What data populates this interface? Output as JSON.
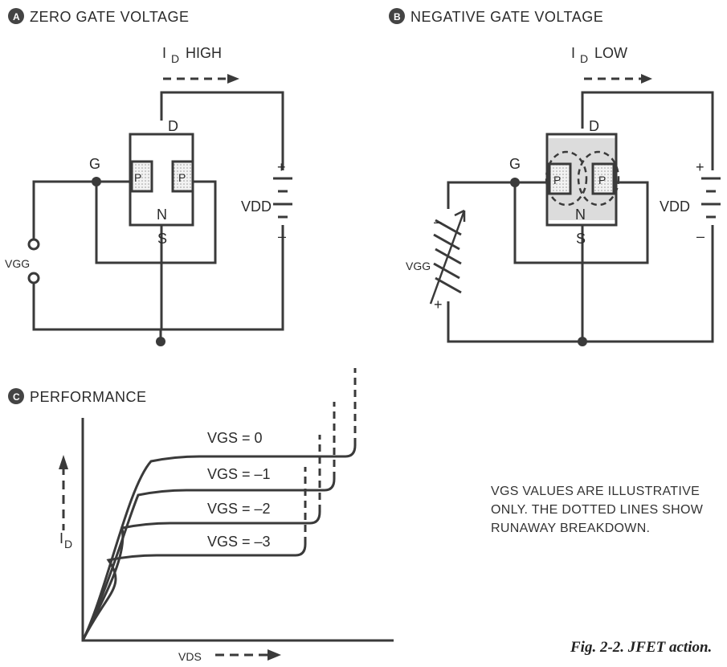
{
  "panels": {
    "a": {
      "badge": "A",
      "title": "ZERO GATE VOLTAGE",
      "current_prefix": "I",
      "current_sub": "D",
      "current_state": "HIGH",
      "drain": "D",
      "gate": "G",
      "source": "S",
      "n": "N",
      "p_left": "P",
      "p_right": "P",
      "vdd": "VDD",
      "vgg": "VGG",
      "plus": "+",
      "minus": "–"
    },
    "b": {
      "badge": "B",
      "title": "NEGATIVE GATE VOLTAGE",
      "current_prefix": "I",
      "current_sub": "D",
      "current_state": "LOW",
      "drain": "D",
      "gate": "G",
      "source": "S",
      "n": "N",
      "p_left": "P",
      "p_right": "P",
      "vdd": "VDD",
      "vgg": "VGG",
      "plus": "+",
      "minus": "–",
      "vgg_minus": "–",
      "vgg_plus": "+"
    },
    "c": {
      "badge": "C",
      "title": "PERFORMANCE",
      "y_label_prefix": "I",
      "y_label_sub": "D",
      "x_label": "VDS"
    }
  },
  "chart_data": {
    "type": "line",
    "title": "PERFORMANCE",
    "xlabel": "VDS",
    "ylabel": "ID",
    "series": [
      {
        "name": "VGS = 0",
        "level": 4
      },
      {
        "name": "VGS = –1",
        "level": 3
      },
      {
        "name": "VGS = –2",
        "level": 2
      },
      {
        "name": "VGS = –3",
        "level": 1
      }
    ]
  },
  "note": "VGS VALUES ARE ILLUSTRATIVE ONLY. THE DOTTED LINES SHOW RUNAWAY BREAKDOWN.",
  "caption": "Fig. 2-2. JFET action."
}
